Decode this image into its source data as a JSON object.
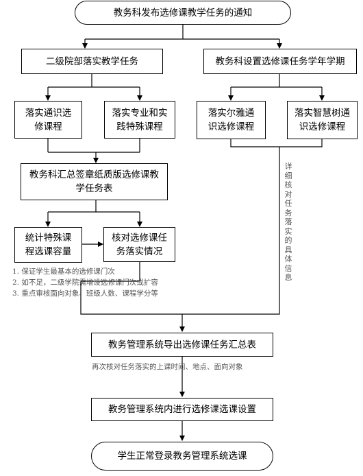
{
  "nodes": {
    "start": "教务科发布选修课教学任务的通知",
    "dept": "二级院部落实教学任务",
    "office": "教务科设置选修课任务学年学期",
    "general": "落实通识选修课程",
    "special": "落实专业和实践特殊课程",
    "erya": "落实尔雅通识选修课程",
    "zhihuishu": "落实智慧树通识选修课程",
    "summary": "教务科汇总签章纸质版选修课教学任务表",
    "capacity": "统计特殊课程选课容量",
    "verify": "核对选修课任务落实情况",
    "export": "教务管理系统导出选修课任务汇总表",
    "setup": "教务管理系统内进行选修课选课设置",
    "end": "学生正常登录教务管理系统选课"
  },
  "notes": {
    "list": [
      "1. 保证学生最基本的选修课门次",
      "2. 如不足，二级学院需增设选修课门次或扩容",
      "3. 重点审核面向对象、班级人数、课程学分等"
    ],
    "recheck": "再次核对任务落实的上课时间、地点、面向对象",
    "detail": "详细核对任务落实的具体信息"
  }
}
